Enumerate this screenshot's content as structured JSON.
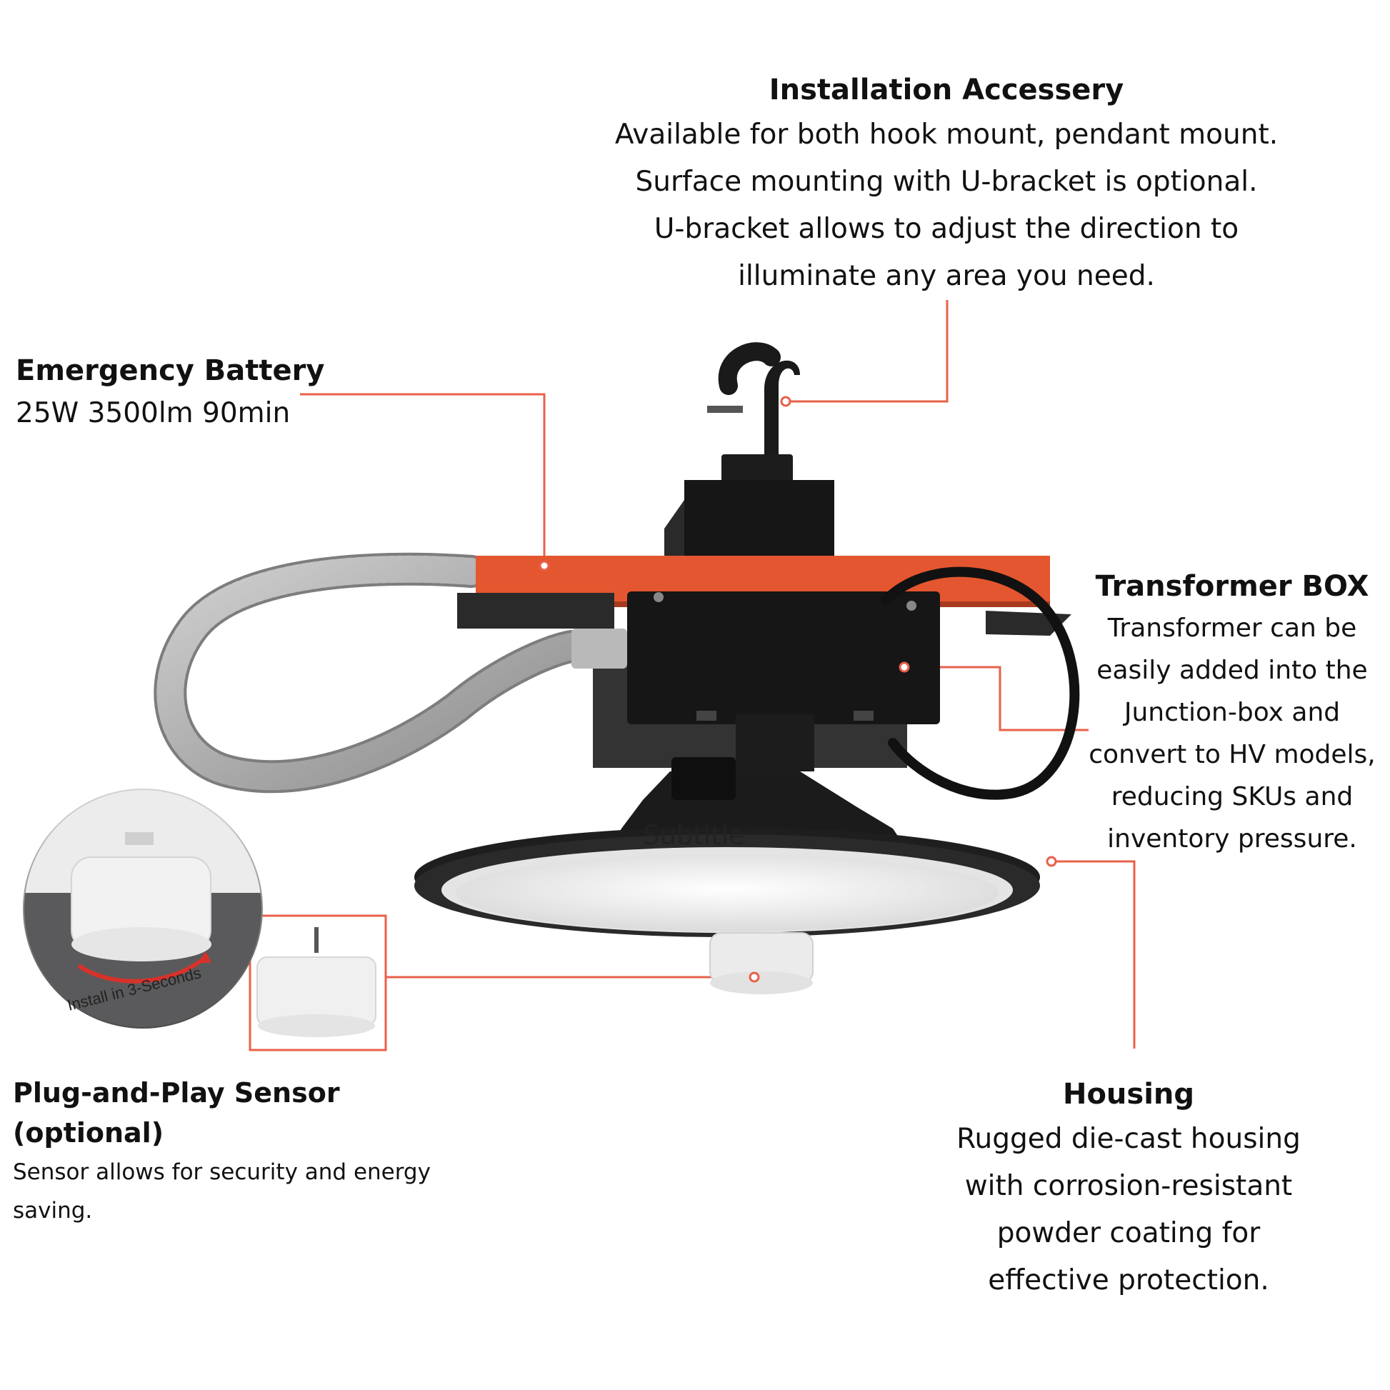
{
  "installation": {
    "title": "Installation Accessery",
    "lines": [
      "Available for both hook mount, pendant mount.",
      "Surface mounting with U-bracket is optional.",
      "U-bracket allows to adjust the direction to",
      "illuminate any area you need."
    ]
  },
  "battery": {
    "title": "Emergency Battery",
    "spec": "25W 3500lm 90min"
  },
  "transformer": {
    "title": "Transformer BOX",
    "lines": [
      "Transformer can be",
      "easily added into the",
      "Junction-box and",
      "convert to HV models,",
      "reducing SKUs and",
      "inventory pressure."
    ]
  },
  "sensor": {
    "title": "Plug-and-Play Sensor (optional)",
    "lines": [
      "Sensor allows for security and energy",
      "saving."
    ],
    "badge": "Install in 3-Seconds"
  },
  "housing": {
    "title": "Housing",
    "lines": [
      "Rugged die-cast housing",
      "with corrosion-resistant",
      "powder coating for",
      "effective protection."
    ]
  },
  "subtitle": "Subtitle",
  "colors": {
    "accent": "#e8614a",
    "bracket": "#e4562f",
    "housing": "#1e1e1e",
    "box": "#161616"
  }
}
